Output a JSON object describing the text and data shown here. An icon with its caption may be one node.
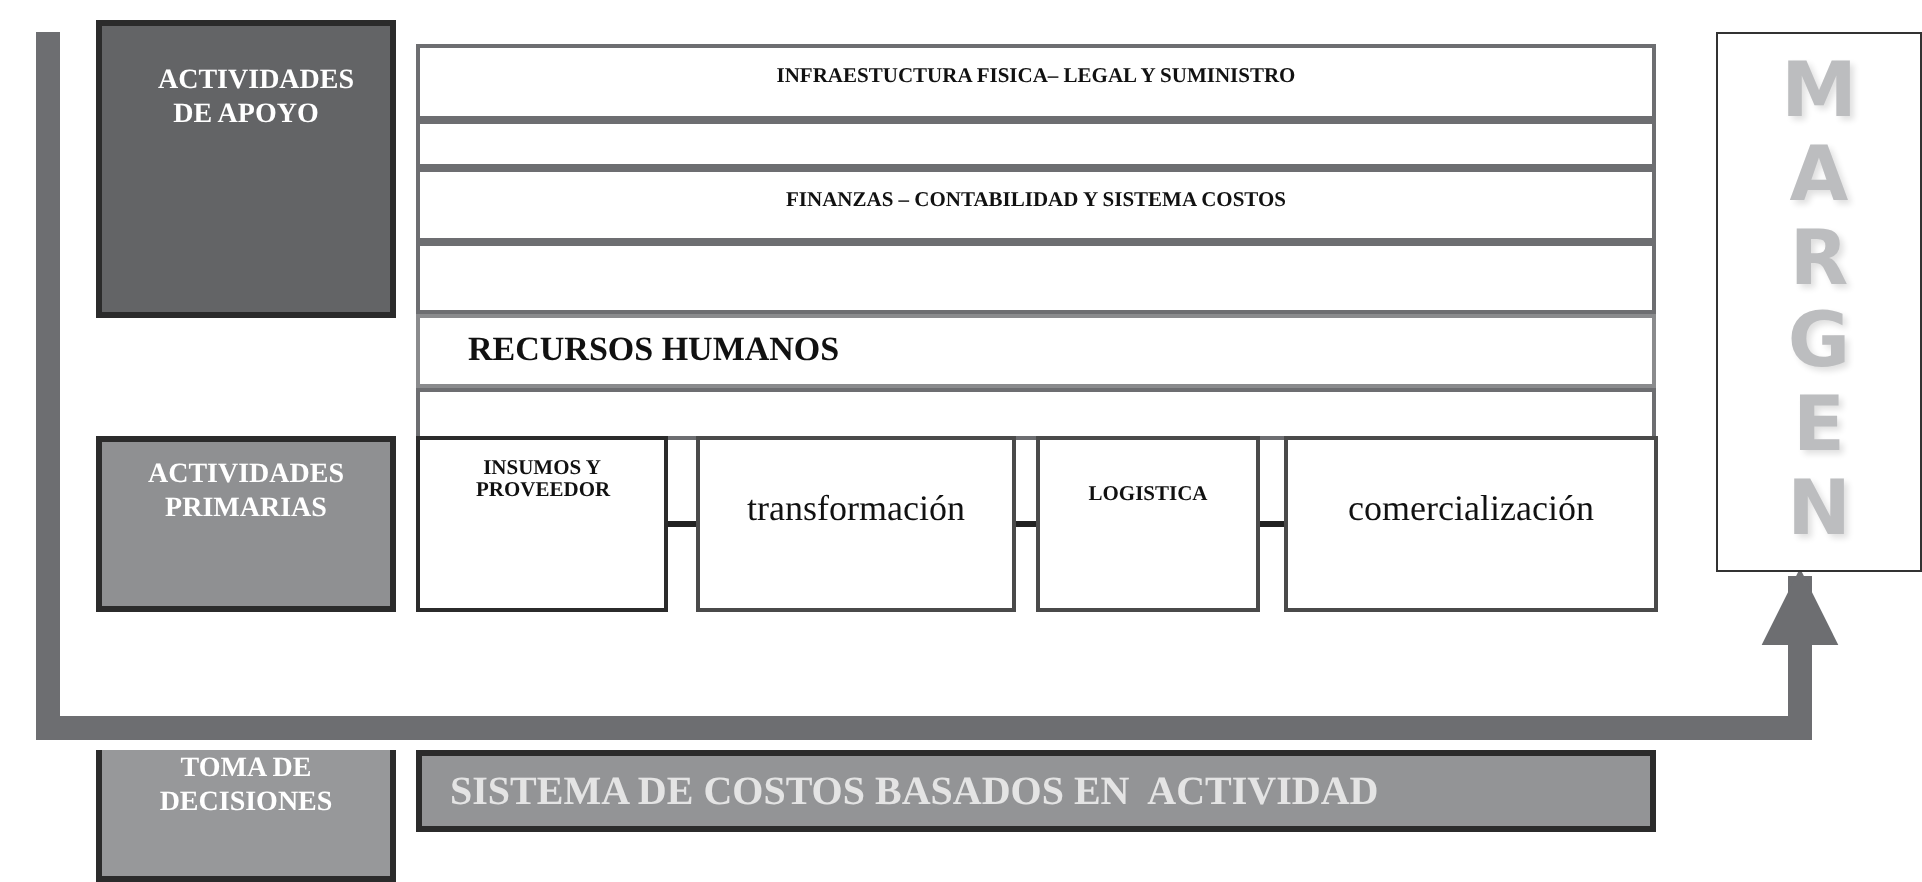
{
  "diagram": {
    "nodes": [
      {
        "text": [
          "ACTIVIDADES DE APOYO"
        ]
      },
      {
        "text": [
          "INFRAESTUCTURA FISICA– LEGAL Y SUMINISTRO"
        ]
      },
      {
        "text": [],
        "shape": "box"
      },
      {
        "text": [
          "FINANZAS – CONTABILIDAD Y SISTEMA COSTOS"
        ]
      },
      {
        "text": [],
        "shape": "box"
      },
      {
        "text": [
          "RECURSOS HUMANOS"
        ]
      },
      {
        "text": [],
        "shape": "box"
      },
      {
        "text": [
          "ACTIVIDADES PRIMARIAS"
        ]
      },
      {
        "text": [
          "INSUMOS Y PROVEEDOR"
        ]
      },
      {
        "text": [
          "transformación"
        ]
      },
      {
        "text": [
          "LOGISTICA"
        ]
      },
      {
        "text": [
          "comercialización"
        ]
      },
      {
        "text": [
          "MARGEN"
        ]
      },
      {
        "text": [
          "TOMA DE DECISIONES"
        ]
      },
      {
        "text": [
          "SISTEMA DE COSTOS BASADOS EN  ACTIVIDAD"
        ]
      }
    ],
    "edges": [
      {
        "from": 8,
        "to": 9,
        "arrow": "none"
      },
      {
        "from": 9,
        "to": 10,
        "arrow": "none"
      },
      {
        "from": 10,
        "to": 11,
        "arrow": "none"
      },
      {
        "from": null,
        "to": 12,
        "arrow": "to",
        "style": "thick",
        "color": "#6d6e71"
      }
    ]
  }
}
